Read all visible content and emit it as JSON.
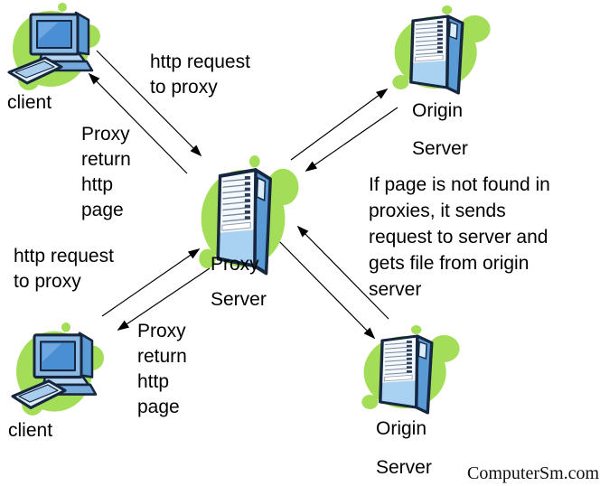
{
  "diagram": {
    "subject": "proxy-server-request-flow",
    "colors": {
      "blob_green": "#a4de58",
      "server_blue": "#5b9bd5",
      "screen_blue": "#4a8fd4",
      "outline_navy": "#16263f",
      "arrow_black": "#000000",
      "background": "#ffffff"
    },
    "icons": {
      "client": "desktop-computer-icon",
      "server": "server-tower-icon"
    }
  },
  "nodes": {
    "client_top": {
      "label": "client"
    },
    "origin_top": {
      "line1": "Origin",
      "line2": "Server"
    },
    "proxy": {
      "line1": "Proxy",
      "line2": "Server"
    },
    "client_bottom": {
      "label": "client"
    },
    "origin_bottom": {
      "line1": "Origin",
      "line2": "Server"
    }
  },
  "annotations": {
    "http_request_top": {
      "line1": "http request",
      "line2": "to proxy"
    },
    "proxy_return_top": {
      "line1": "Proxy",
      "line2": "return",
      "line3": "http",
      "line4": "page"
    },
    "http_request_left": {
      "line1": "http request",
      "line2": "to proxy"
    },
    "proxy_return_bottom": {
      "line1": "Proxy",
      "line2": "return",
      "line3": "http",
      "line4": "page"
    },
    "note_right": {
      "line1": "If page is not found in",
      "line2": "proxies, it sends",
      "line3": "request to server and",
      "line4": "gets file from origin",
      "line5": "server"
    }
  },
  "watermark": "ComputerSm.com"
}
